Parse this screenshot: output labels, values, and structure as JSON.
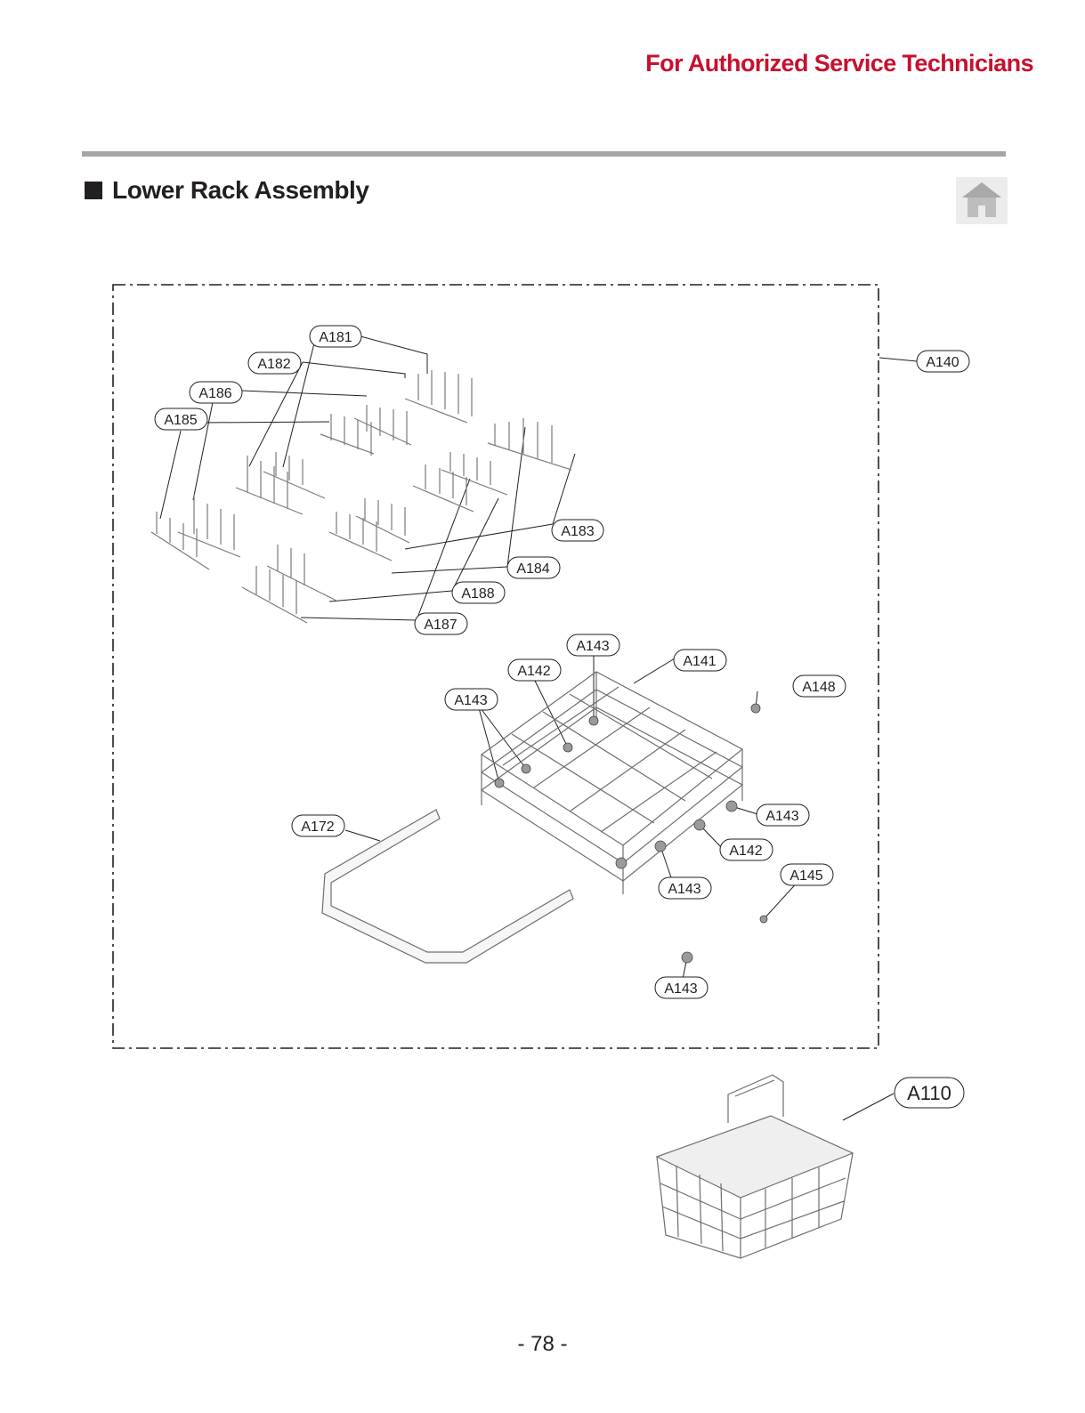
{
  "header": {
    "brand_text": "For Authorized Service Technicians",
    "brand_color": "#c8102e"
  },
  "section": {
    "title": "Lower Rack Assembly",
    "home_icon": "home-icon"
  },
  "callouts": {
    "A181": "A181",
    "A182": "A182",
    "A186": "A186",
    "A185": "A185",
    "A140": "A140",
    "A183": "A183",
    "A184": "A184",
    "A188": "A188",
    "A187": "A187",
    "A143_top": "A143",
    "A141": "A141",
    "A142_top": "A142",
    "A148": "A148",
    "A143_left": "A143",
    "A143_right": "A143",
    "A172": "A172",
    "A142_bottom": "A142",
    "A145": "A145",
    "A143_bottom": "A143",
    "A143_lone": "A143",
    "A110": "A110"
  },
  "footer": {
    "page_number": "- 78 -"
  }
}
